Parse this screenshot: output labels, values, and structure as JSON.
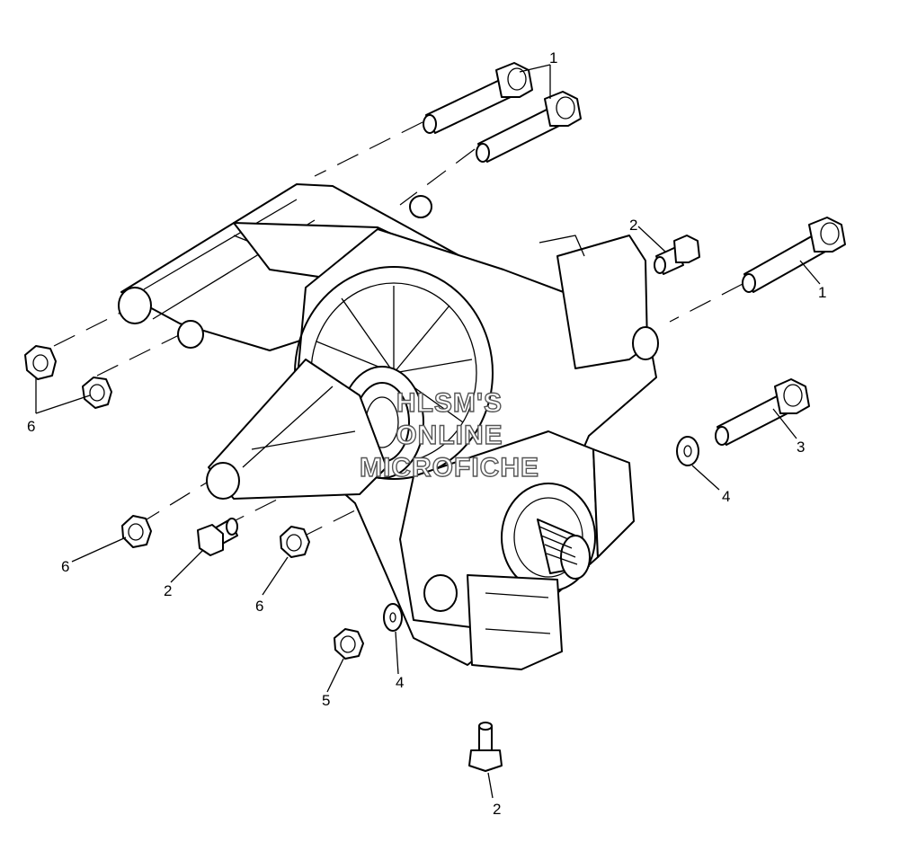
{
  "callouts": {
    "c1a": "1",
    "c1b": "1",
    "c2a": "2",
    "c2b": "2",
    "c2c": "2",
    "c3": "3",
    "c4a": "4",
    "c4b": "4",
    "c5": "5",
    "c6a": "6",
    "c6b": "6",
    "c6c": "6"
  },
  "watermark": {
    "line1": "HLSM'S",
    "line2": "ONLINE",
    "line3": "MICROFICHE"
  },
  "colors": {
    "line": "#000000",
    "background": "#ffffff",
    "watermark_outline": "#555555"
  }
}
